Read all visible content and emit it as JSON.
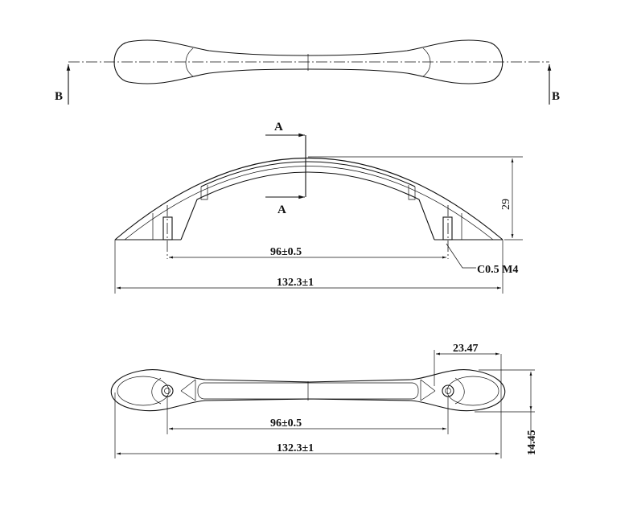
{
  "top_view": {
    "section_label_left": "B",
    "section_label_right": "B"
  },
  "front_view": {
    "section_label_top": "A",
    "section_label_bottom": "A",
    "hole_spacing": "96±0.5",
    "overall_length": "132.3±1",
    "height": "29",
    "thread_note": "C0.5 M4"
  },
  "bottom_view": {
    "end_length": "23.47",
    "hole_spacing": "96±0.5",
    "overall_length": "132.3±1",
    "width": "14.45"
  }
}
